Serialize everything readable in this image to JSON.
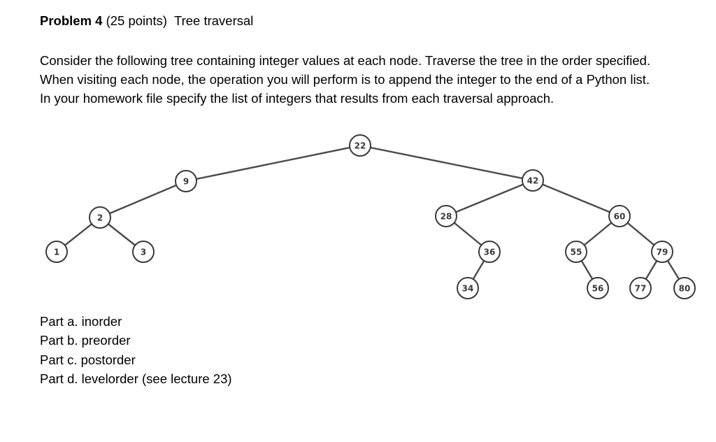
{
  "problem": {
    "label": "Problem 4",
    "points": "(25 points)",
    "title": "Tree traversal"
  },
  "intro": "Consider the following tree containing integer values at each node. Traverse the tree in the order specified. When visiting each node, the operation you will perform is to append the integer to the end of a Python list. In your homework file specify the list of integers that results from each traversal approach.",
  "tree": {
    "nodes": [
      "22",
      "9",
      "42",
      "2",
      "28",
      "60",
      "1",
      "3",
      "36",
      "55",
      "79",
      "34",
      "56",
      "77",
      "80"
    ],
    "edges": [
      [
        "22",
        "9"
      ],
      [
        "22",
        "42"
      ],
      [
        "9",
        "2"
      ],
      [
        "2",
        "1"
      ],
      [
        "2",
        "3"
      ],
      [
        "42",
        "28"
      ],
      [
        "42",
        "60"
      ],
      [
        "28",
        "36"
      ],
      [
        "36",
        "34"
      ],
      [
        "60",
        "55"
      ],
      [
        "60",
        "79"
      ],
      [
        "55",
        "56"
      ],
      [
        "79",
        "77"
      ],
      [
        "79",
        "80"
      ]
    ]
  },
  "parts": [
    "Part a. inorder",
    "Part b. preorder",
    "Part c. postorder",
    "Part d. levelorder (see lecture 23)"
  ]
}
